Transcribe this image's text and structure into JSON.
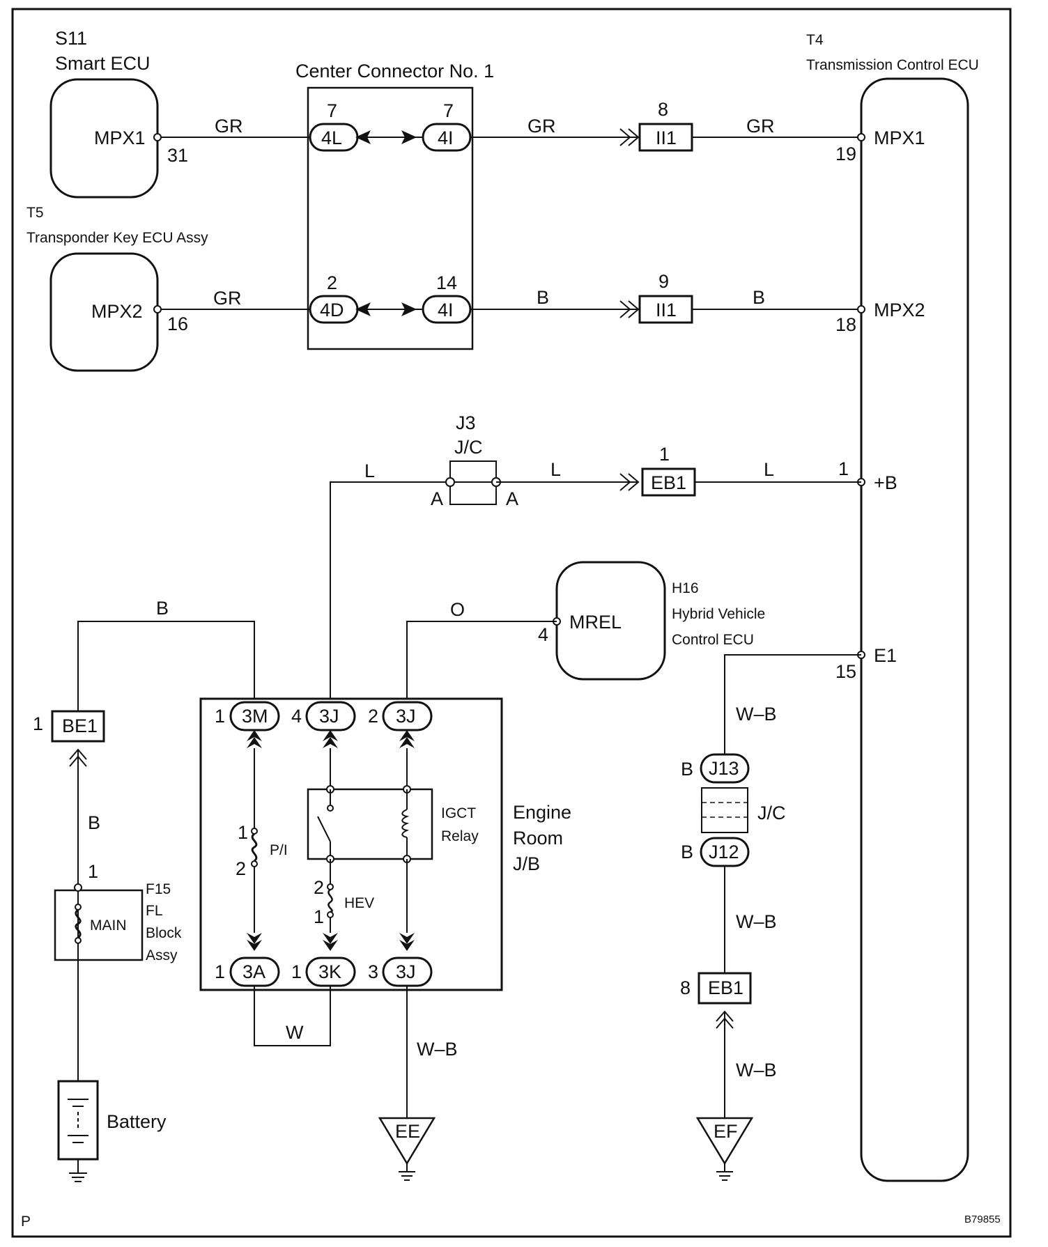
{
  "figure_code": "B79855",
  "page_marker": "P",
  "components": {
    "smart_ecu": {
      "code": "S11",
      "name": "Smart ECU",
      "pin_label": "MPX1",
      "pin_number": "31"
    },
    "transponder": {
      "code": "T5",
      "name": "Transponder Key ECU Assy",
      "pin_label": "MPX2",
      "pin_number": "16"
    },
    "center_connector": {
      "name": "Center Connector No. 1",
      "conn_4l": "4L",
      "pin_4l": "7",
      "conn_4i_top": "4I",
      "pin_4i_top": "7",
      "conn_4d": "4D",
      "pin_4d": "2",
      "conn_4i_bottom": "4I",
      "pin_4i_bottom": "14"
    },
    "tcu": {
      "code": "T4",
      "name": "Transmission Control ECU",
      "pins": [
        {
          "label": "MPX1",
          "number": "19"
        },
        {
          "label": "MPX2",
          "number": "18"
        },
        {
          "label": "+B",
          "number": "1"
        },
        {
          "label": "E1",
          "number": "15"
        }
      ]
    },
    "ii1_top": {
      "name": "II1",
      "pin": "8"
    },
    "ii1_bottom": {
      "name": "II1",
      "pin": "9"
    },
    "j3": {
      "code": "J3",
      "name": "J/C",
      "pin_left": "A",
      "pin_right": "A"
    },
    "eb1_top": {
      "name": "EB1",
      "pin": "1"
    },
    "hv_ecu": {
      "code": "H16",
      "name_line1": "Hybrid Vehicle",
      "name_line2": "Control ECU",
      "pin_label": "MREL",
      "pin_number": "4"
    },
    "be1": {
      "name": "BE1",
      "pin": "1"
    },
    "fl_block": {
      "code": "F15",
      "line1": "FL",
      "line2": "Block",
      "line3": "Assy",
      "fuse": "MAIN",
      "pin": "1"
    },
    "battery": {
      "name": "Battery"
    },
    "engine_room_jb": {
      "line1": "Engine",
      "line2": "Room",
      "line3": "J/B",
      "top_connectors": [
        {
          "pin": "1",
          "name": "3M"
        },
        {
          "pin": "4",
          "name": "3J"
        },
        {
          "pin": "2",
          "name": "3J"
        }
      ],
      "bottom_connectors": [
        {
          "pin": "1",
          "name": "3A"
        },
        {
          "pin": "1",
          "name": "3K"
        },
        {
          "pin": "3",
          "name": "3J"
        }
      ],
      "fuse_pi": {
        "name": "P/I",
        "pin_top": "1",
        "pin_bottom": "2"
      },
      "fuse_hev": {
        "name": "HEV",
        "pin_top": "2",
        "pin_bottom": "1"
      },
      "relay": {
        "line1": "IGCT",
        "line2": "Relay"
      }
    },
    "j13": {
      "name": "J13",
      "side": "B"
    },
    "j12": {
      "name": "J12",
      "side": "B"
    },
    "jc_right": {
      "name": "J/C"
    },
    "eb1_bottom": {
      "name": "EB1",
      "pin": "8"
    },
    "ground_ee": {
      "name": "EE"
    },
    "ground_ef": {
      "name": "EF"
    }
  },
  "wires": {
    "s11_to_cc": "GR",
    "cc_to_ii1_top": "GR",
    "ii1_top_to_tcu": "GR",
    "t5_to_cc": "GR",
    "cc_to_ii1_bottom": "B",
    "ii1_bottom_to_tcu": "B",
    "jb_to_j3": "L",
    "j3_to_eb1": "L",
    "eb1_to_tcu": "L",
    "be1_to_jb": "B",
    "jb_to_hv": "O",
    "battery_to_be1": "B",
    "jb_loop": "W",
    "jb_to_ee": "W–B",
    "tcu_to_j13": "W–B",
    "j12_to_eb1": "W–B",
    "eb1_to_ef": "W–B"
  }
}
